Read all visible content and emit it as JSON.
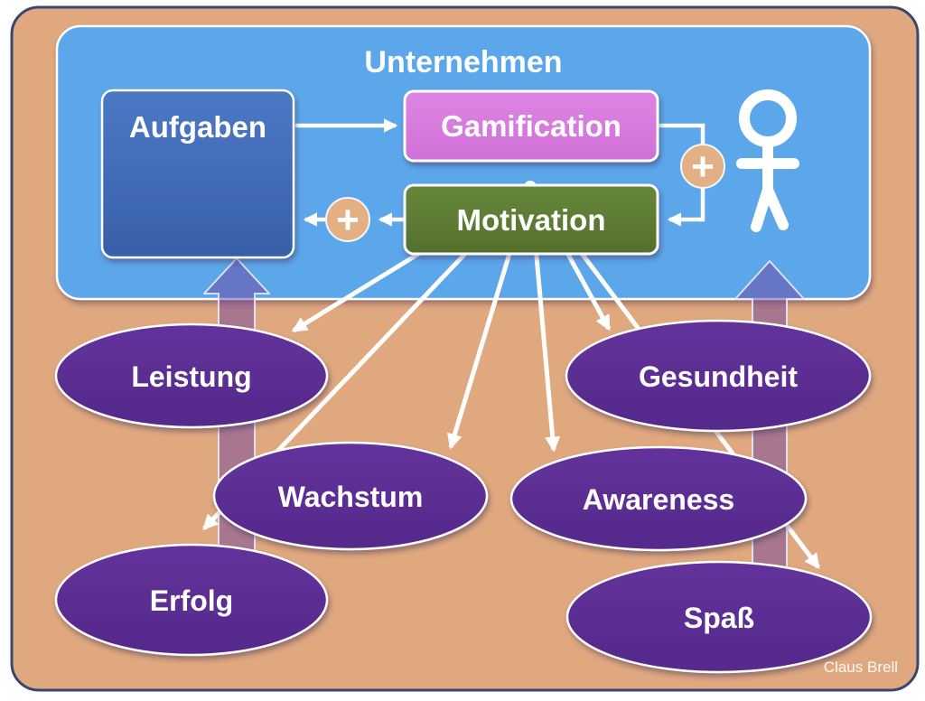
{
  "container": {
    "title": "Unternehmen"
  },
  "boxes": {
    "aufgaben": {
      "label": "Aufgaben"
    },
    "gamification": {
      "label": "Gamification"
    },
    "motivation": {
      "label": "Motivation"
    }
  },
  "plus": {
    "left": "+",
    "right": "+"
  },
  "ellipses": [
    {
      "id": "leistung",
      "label": "Leistung"
    },
    {
      "id": "wachstum",
      "label": "Wachstum"
    },
    {
      "id": "erfolg",
      "label": "Erfolg"
    },
    {
      "id": "gesundheit",
      "label": "Gesundheit"
    },
    {
      "id": "awareness",
      "label": "Awareness"
    },
    {
      "id": "spass",
      "label": "Spaß"
    }
  ],
  "icons": {
    "person": "stick-figure-icon"
  },
  "attribution": "Claus Brell",
  "colors": {
    "background_tan": "#E0A87E",
    "panel_blue": "#5CA6EA",
    "outer_border_navy": "#39466E",
    "aufgaben_blue": "#3F69B4",
    "gamification_pink": "#D87ADE",
    "motivation_green": "#5D7D35",
    "ellipse_purple": "#5B2E8F",
    "big_arrow_translucent_purple": "rgba(112,68,158,0.5)",
    "plus_circle_tan": "#E2B084",
    "connector_white": "#FFFFFF"
  }
}
